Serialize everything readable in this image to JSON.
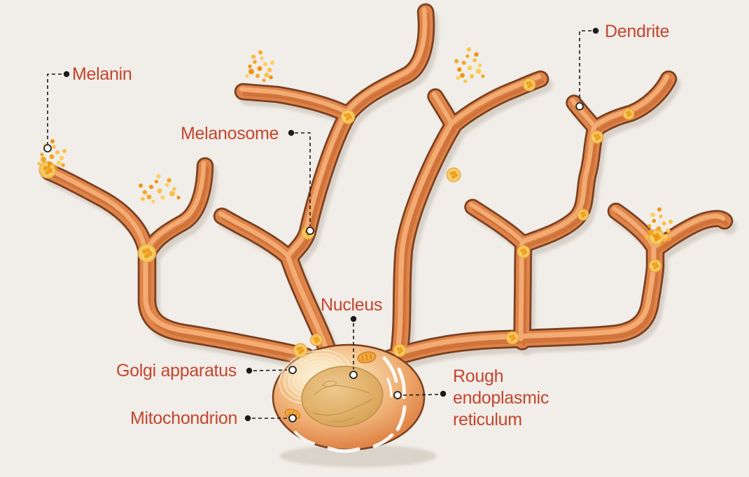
{
  "figure": {
    "type": "biology-diagram",
    "subject": "Melanocyte cell with dendrites and organelles",
    "background_color": "#F1EDE8",
    "label_color": "#C3452F"
  },
  "labels": {
    "melanin": "Melanin",
    "melanosome": "Melanosome",
    "dendrite": "Dendrite",
    "nucleus": "Nucleus",
    "golgi_apparatus": "Golgi apparatus",
    "mitochondrion": "Mitochondrion",
    "rough_er": "Rough\nendoplasmic\nreticulum"
  },
  "colors": {
    "dendrite_fill": "#DF8449",
    "dendrite_outline": "#7A4021",
    "dendrite_highlight": "#F4AE76",
    "dendrite_shade": "#C1642F",
    "shadow": "#B9AEA2",
    "melanosome_fill": "#F6C75D",
    "melanosome_dot": "#ED9A14",
    "melanin_dots": [
      "#F6A21A",
      "#FBBE3C",
      "#EE8F08",
      "#FFCE56"
    ],
    "soma_inner": "#FBE9C8",
    "soma_rim": "#D47C3E",
    "nucleus_fill": "#DFAE63",
    "rer_stroke": "#FFFFFF",
    "leader_line": "#1A1A1A"
  }
}
